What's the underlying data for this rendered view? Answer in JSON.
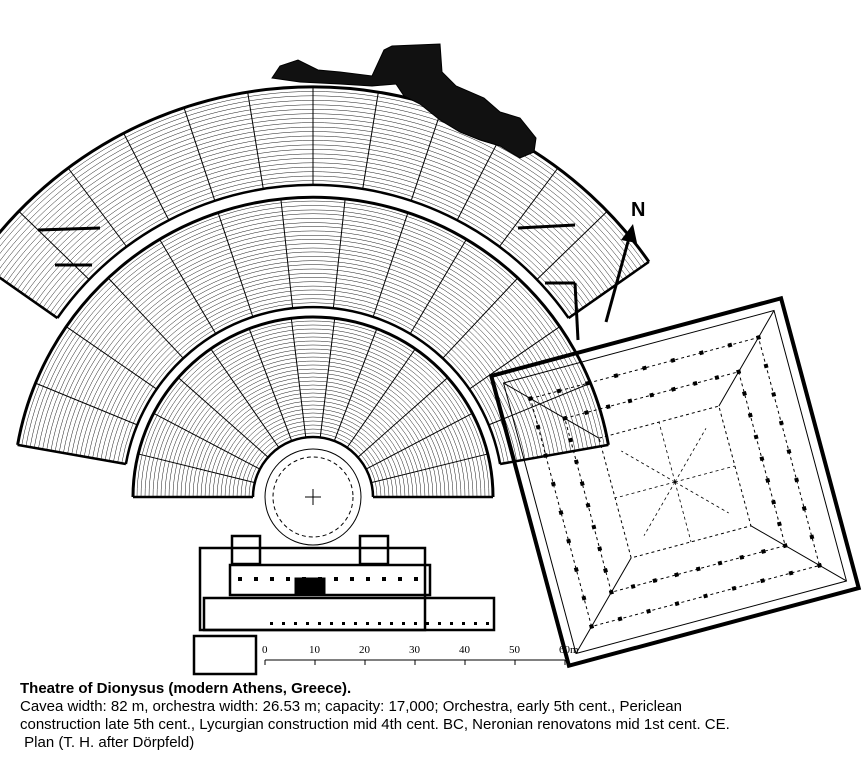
{
  "north_label": "N",
  "scale": {
    "ticks": [
      "0",
      "10",
      "20",
      "30",
      "40",
      "50",
      "60m"
    ]
  },
  "caption": {
    "title": "Theatre of Dionysus (modern Athens, Greece).",
    "line1": "Cavea width: 82 m, orchestra width: 26.53 m; capacity: 17,000; Orchestra, early 5th cent., Periclean",
    "line2": "construction late 5th cent., Lycurgian construction mid 4th cent. BC, Neronian renovatons mid 1st cent. CE.",
    "line3": " Plan (T. H. after Dörpfeld)"
  }
}
